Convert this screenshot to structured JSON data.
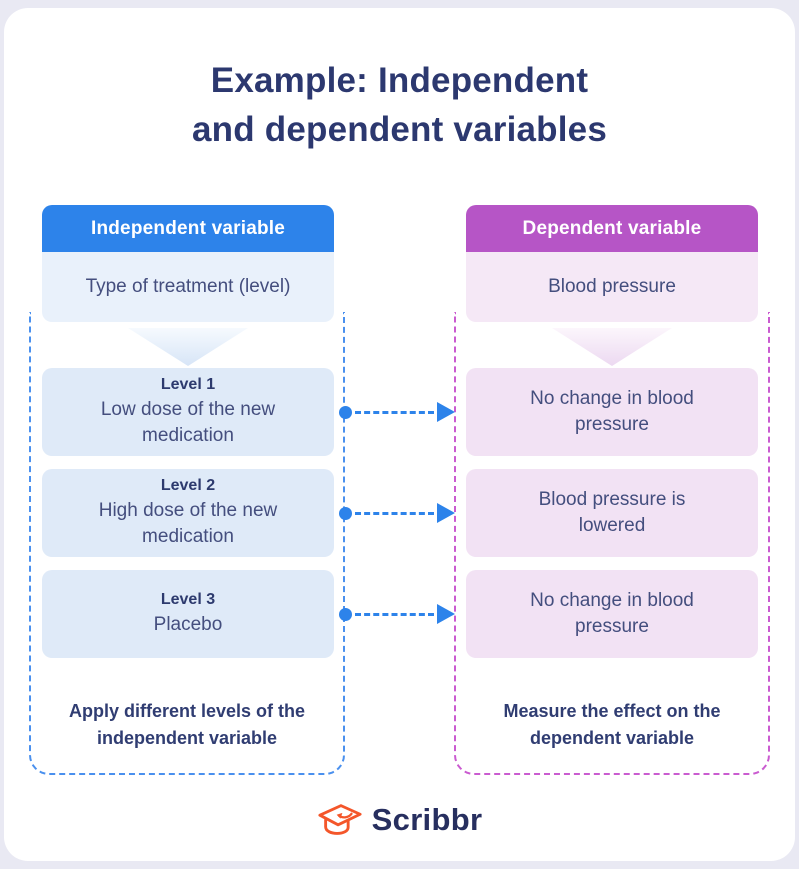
{
  "title": {
    "line1": "Example: Independent",
    "line2": "and dependent variables"
  },
  "columns": {
    "independent": {
      "header": "Independent variable",
      "subheader": "Type of treatment (level)",
      "rows": [
        {
          "label": "Level 1",
          "text": "Low dose of the new medication"
        },
        {
          "label": "Level 2",
          "text": "High dose of the new medication"
        },
        {
          "label": "Level 3",
          "text": "Placebo"
        }
      ],
      "caption": "Apply different levels of the independent variable"
    },
    "dependent": {
      "header": "Dependent variable",
      "subheader": "Blood pressure",
      "rows": [
        {
          "text": "No change in blood pressure"
        },
        {
          "text": "Blood pressure is lowered"
        },
        {
          "text": "No change in blood pressure"
        }
      ],
      "caption": "Measure the effect on the dependent variable"
    }
  },
  "footer": {
    "brand": "Scribbr",
    "icon": "graduation-cap-icon"
  },
  "colors": {
    "accent_blue": "#2d83ea",
    "accent_purple": "#b655c6",
    "dashed_blue": "#4a90ee",
    "dashed_purple": "#ca5bd0",
    "light_blue_sub": "#e9f1fb",
    "light_blue_row": "#dfeaf8",
    "light_purple_sub": "#f5e8f6",
    "light_purple_row": "#f2e2f4",
    "title_navy": "#2c386f",
    "body_text": "#444e7e",
    "brand_orange": "#f4562a",
    "brand_navy": "#272f5f",
    "page_background": "#e9e9f3",
    "card_background": "#ffffff"
  }
}
